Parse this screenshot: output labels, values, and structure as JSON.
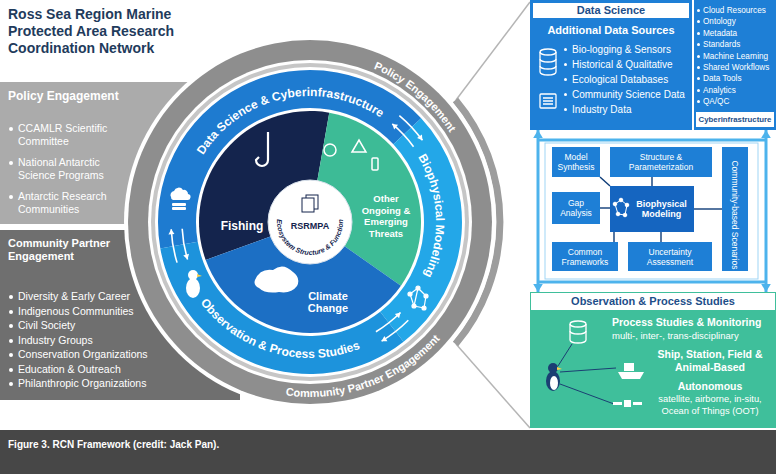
{
  "diagram": {
    "title": "Ross Sea Region Marine Protected Area Research Coordination Network",
    "caption": "Figure 3. RCN Framework (credit: Jack Pan).",
    "nodes": [
      {
        "text": [
          "Policy Engagement",
          "CCAMLR Scientific Committee",
          "National Antarctic Science Programs",
          "Antarctic Research Communities"
        ]
      },
      {
        "text": [
          "Community Partner Engagement",
          "Diversity & Early Career",
          "Indigenous Communities",
          "Civil Society",
          "Industry Groups",
          "Conservation Organizations",
          "Education & Outreach",
          "Philanthropic Organizations"
        ]
      },
      {
        "text": [
          "Policy Engagement",
          "Community Partner Engagement"
        ]
      },
      {
        "text": [
          "Data Science & Cyberinfrastructure"
        ]
      },
      {
        "text": [
          "Biophysical Modeling"
        ]
      },
      {
        "text": [
          "Observation & Process Studies"
        ]
      },
      {
        "text": [
          "Fishing"
        ]
      },
      {
        "text": [
          "Other Ongoing & Emerging Threats"
        ]
      },
      {
        "text": [
          "Climate Change"
        ]
      },
      {
        "text": [
          "RSRMPA",
          "Ecosystem Structure & Function"
        ]
      },
      {
        "text": [
          "Data Science",
          "Additional Data Sources",
          "Bio-logging & Sensors",
          "Historical & Qualitative",
          "Ecological Databases",
          "Community Science Data",
          "Industry Data"
        ]
      },
      {
        "text": [
          "Cloud Resources",
          "Ontology",
          "Metadata",
          "Standards",
          "Machine Learning",
          "Shared Workflows",
          "Data Tools",
          "Analytics",
          "QA/QC",
          "Cyberinfrastructure"
        ]
      },
      {
        "text": [
          "Model Synthesis"
        ]
      },
      {
        "text": [
          "Structure & Parameterization"
        ]
      },
      {
        "text": [
          "Community-based Scenarios"
        ]
      },
      {
        "text": [
          "Gap Analysis"
        ]
      },
      {
        "text": [
          "Biophysical Modeling"
        ]
      },
      {
        "text": [
          "Common Frameworks"
        ]
      },
      {
        "text": [
          "Uncertainty Assessment"
        ]
      },
      {
        "text": [
          "Observation & Process Studies",
          "Process Studies & Monitoring",
          "multi-, inter-, trans-disciplinary",
          "Ship, Station, Field & Animal-Based",
          "Autonomous",
          "satellite, airborne, in-situ, Ocean of Things (OOT)"
        ]
      }
    ],
    "edges": [
      {
        "from": 3,
        "to": 4,
        "arrow": "both"
      },
      {
        "from": 4,
        "to": 5,
        "arrow": "both"
      },
      {
        "from": 5,
        "to": 3,
        "arrow": "both"
      },
      {
        "from": 16,
        "to": 12,
        "arrow": "none"
      },
      {
        "from": 16,
        "to": 13,
        "arrow": "none"
      },
      {
        "from": 16,
        "to": 15,
        "arrow": "none"
      },
      {
        "from": 16,
        "to": 14,
        "arrow": "none"
      },
      {
        "from": 16,
        "to": 17,
        "arrow": "none"
      },
      {
        "from": 16,
        "to": 18,
        "arrow": "none"
      },
      {
        "from": 10,
        "to": 19,
        "arrow": "both"
      },
      {
        "from": 11,
        "to": 19,
        "arrow": "both"
      }
    ]
  }
}
